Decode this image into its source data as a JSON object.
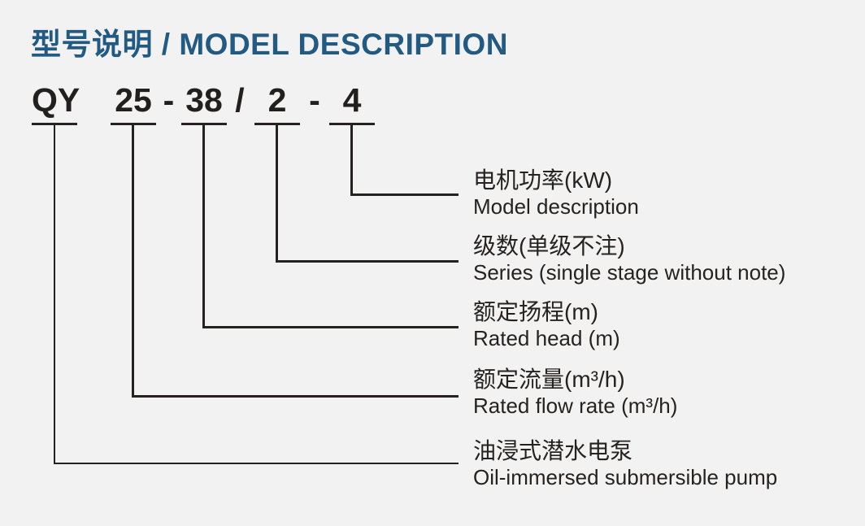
{
  "header": {
    "title": "型号说明 / MODEL DESCRIPTION",
    "accent_color": "#225a82"
  },
  "model_code": {
    "full": "QY 25-38/2-4",
    "segments": [
      {
        "code": "QY",
        "label_zh": "油浸式潜水电泵",
        "label_en": "Oil-immersed submersible pump"
      },
      {
        "code": "25",
        "label_zh": "额定流量(m³/h)",
        "label_en": "Rated flow rate (m³/h)"
      },
      {
        "code": "38",
        "label_zh": "额定扬程(m)",
        "label_en": "Rated head (m)"
      },
      {
        "code": "2",
        "label_zh": "级数(单级不注)",
        "label_en": "Series (single stage without note)"
      },
      {
        "code": "4",
        "label_zh": "电机功率(kW)",
        "label_en": "Model description"
      }
    ],
    "separators": [
      "-",
      "/",
      "-"
    ]
  },
  "colors": {
    "background": "#f2f2f2",
    "line": "#262222",
    "text": "#262220"
  }
}
